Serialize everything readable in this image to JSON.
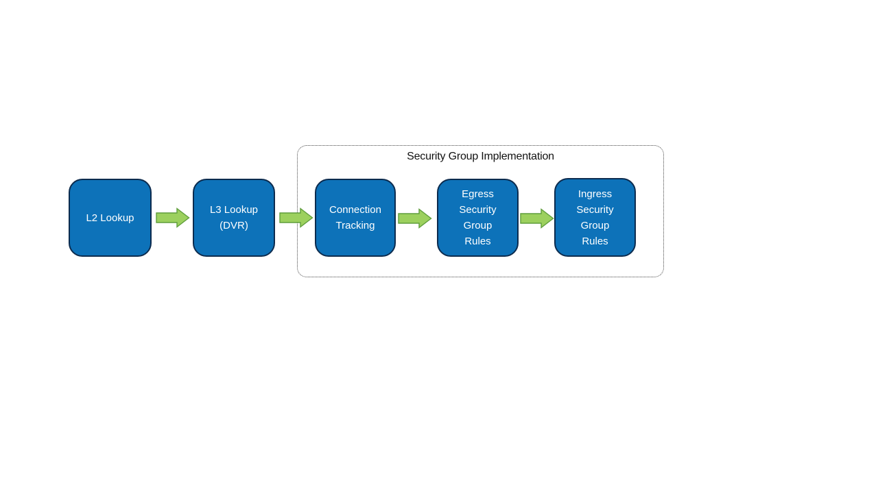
{
  "diagram": {
    "group": {
      "title": "Security Group Implementation"
    },
    "nodes": [
      {
        "id": "l2-lookup",
        "label": "L2 Lookup"
      },
      {
        "id": "l3-lookup-dvr",
        "label": "L3 Lookup\n(DVR)"
      },
      {
        "id": "connection-tracking",
        "label": "Connection\nTracking"
      },
      {
        "id": "egress-security-group-rules",
        "label": "Egress\nSecurity\nGroup\nRules"
      },
      {
        "id": "ingress-security-group-rules",
        "label": "Ingress\nSecurity\nGroup\nRules"
      }
    ],
    "arrows": [
      {
        "from": "l2-lookup",
        "to": "l3-lookup-dvr"
      },
      {
        "from": "l3-lookup-dvr",
        "to": "connection-tracking"
      },
      {
        "from": "connection-tracking",
        "to": "egress-security-group-rules"
      },
      {
        "from": "egress-security-group-rules",
        "to": "ingress-security-group-rules"
      }
    ],
    "nodes_inside_group": [
      "connection-tracking",
      "egress-security-group-rules",
      "ingress-security-group-rules"
    ]
  },
  "colors": {
    "background": "#ffffff",
    "node-fill": "#0d72b9",
    "node-border": "#0c2b4e",
    "node-text": "#ffffff",
    "arrow-fill": "#9cd05e",
    "arrow-border": "#5f9e3c",
    "group-border": "#444444",
    "group-title-text": "#111111"
  }
}
